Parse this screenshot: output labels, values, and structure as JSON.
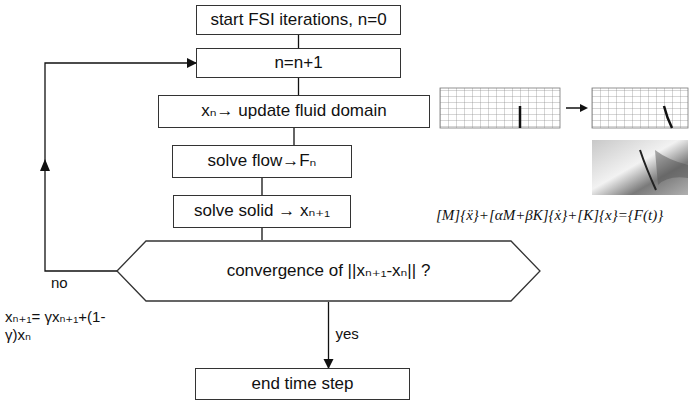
{
  "diagram": {
    "nodes": [
      {
        "text": [
          "start FSI iterations, n=0"
        ]
      },
      {
        "text": [
          "n=n+1"
        ]
      },
      {
        "text": [
          "xₙ→ update fluid domain"
        ]
      },
      {
        "text": [
          "solve flow→Fₙ"
        ]
      },
      {
        "text": [
          "solve solid → xₙ₊₁"
        ]
      },
      {
        "text": [
          "convergence of ||xₙ₊₁-xₙ|| ?"
        ]
      },
      {
        "text": [
          "end time step"
        ]
      }
    ],
    "edges": [
      {
        "from": 0,
        "to": 1,
        "arrow": "none"
      },
      {
        "from": 1,
        "to": 2,
        "arrow": "none"
      },
      {
        "from": 2,
        "to": 3,
        "arrow": "none"
      },
      {
        "from": 3,
        "to": 4,
        "arrow": "none"
      },
      {
        "from": 4,
        "to": 5,
        "arrow": "none"
      },
      {
        "from": 5,
        "to": 6,
        "label": "yes",
        "arrow": "to"
      },
      {
        "from": 5,
        "to": 1,
        "label": "no",
        "arrow": "to"
      }
    ],
    "labels": [
      "xₙ₊₁= γxₙ₊₁+(1-γ)xₙ",
      "[M]{ẍ}+[αM+βK]{ẋ}+[K]{x}={F(t)}"
    ]
  }
}
